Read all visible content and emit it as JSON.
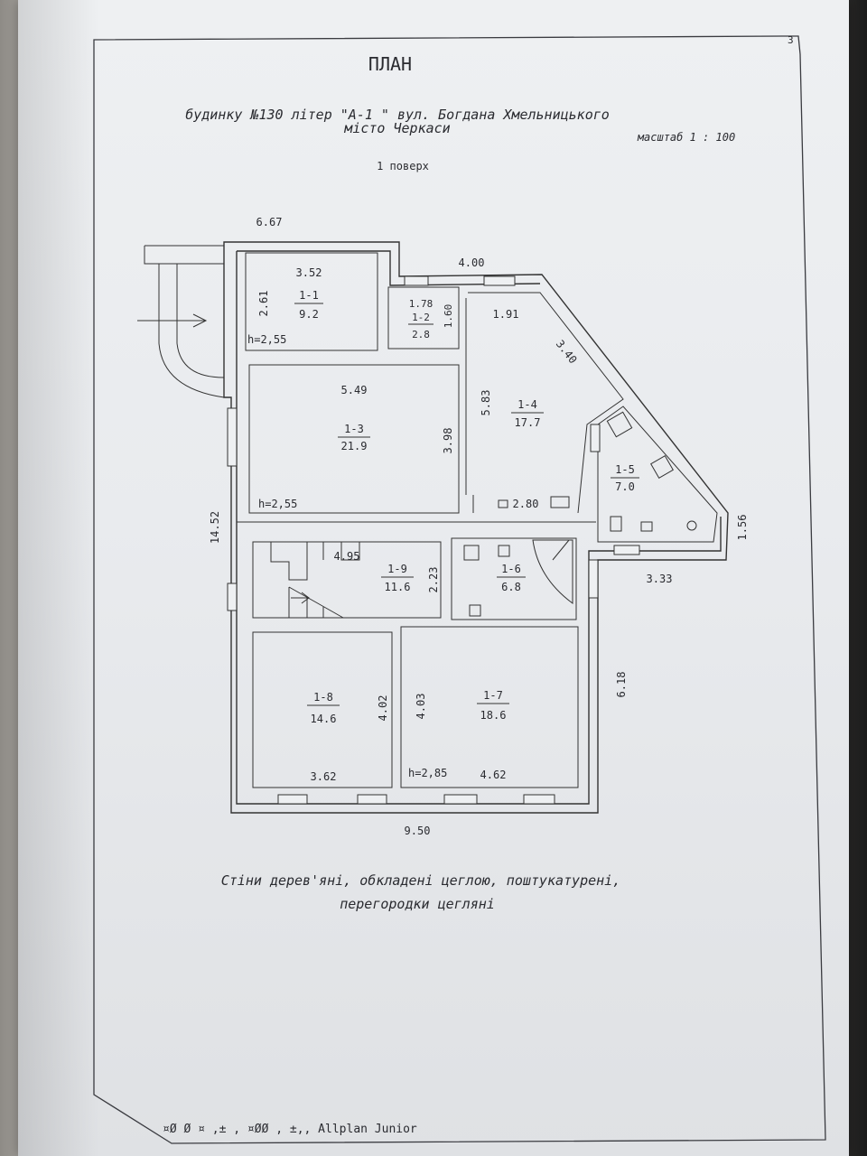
{
  "page_number": "3",
  "header": {
    "title": "ПЛАН",
    "line1": "будинку №130 літер \"А-1 \" вул. Богдана Хмельницького",
    "line2": "місто  Черкаси",
    "scale": "масштаб   1 : 100",
    "floor": "1 поверх"
  },
  "dimensions": {
    "top_left": "6.67",
    "top_mid": "4.00",
    "left_total": "14.52",
    "bottom_total": "9.50",
    "right_upper": "1.56",
    "right_lower": "6.18",
    "right_step": "3.33",
    "kitchen_short": "2.80"
  },
  "rooms": [
    {
      "id": "1-1",
      "area": "9.2",
      "width": "3.52",
      "depth": "2.61",
      "height": "h=2,55"
    },
    {
      "id": "1-2",
      "area": "2.8",
      "width": "1.78",
      "depth": "1.60"
    },
    {
      "id": "1-3",
      "area": "21.9",
      "width": "5.49",
      "depth": "3.98",
      "height": "h=2,55"
    },
    {
      "id": "1-4",
      "area": "17.7",
      "width": "1.91",
      "depth": "5.83",
      "diag": "3.40"
    },
    {
      "id": "1-5",
      "area": "7.0"
    },
    {
      "id": "1-6",
      "area": "6.8"
    },
    {
      "id": "1-7",
      "area": "18.6",
      "width": "4.62",
      "depth": "4.03",
      "height": "h=2,85"
    },
    {
      "id": "1-8",
      "area": "14.6",
      "width": "3.62",
      "depth": "4.02"
    },
    {
      "id": "1-9",
      "area": "11.6",
      "width": "4.95",
      "depth": "2.23"
    }
  ],
  "notes": {
    "line1": "Стіни дерев'яні, обкладені цеглою, поштукатурені,",
    "line2": "перегородки цегляні"
  },
  "footer": "¤Ø   Ø   ¤   ,±   ,   ¤ØØ   ,   ±,,  Allplan Junior"
}
